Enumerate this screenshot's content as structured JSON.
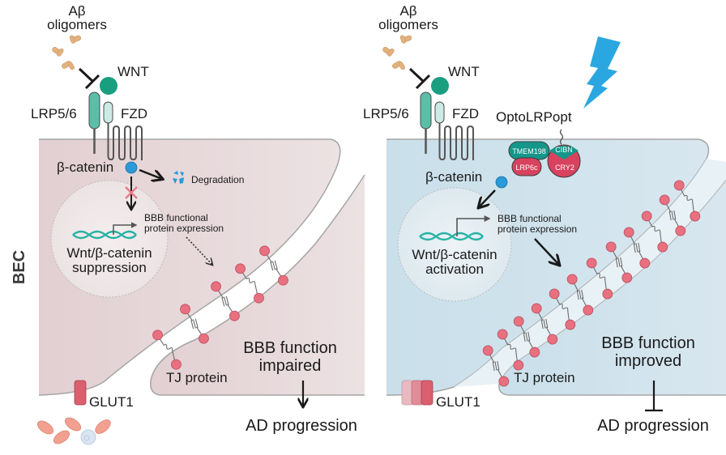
{
  "side_label": "BEC",
  "colors": {
    "left_cell_fill": "#e6d3d5",
    "right_cell_fill": "#cfe2ec",
    "cell_edge": "#9e9e9e",
    "wnt": "#1a9e80",
    "lrp": "#5bbfa8",
    "fzd": "#cdeae4",
    "beta_catenin": "#2a9ad8",
    "tj_protein": "#e8707f",
    "glut1": "#d9606f",
    "crimson": "#d8425e",
    "teal_dark": "#14968a",
    "lightning": "#2aa7e0",
    "amyloid": "#e3b17e",
    "dna": "#27b3a6",
    "cross": "#e87b88"
  },
  "left_panel": {
    "abeta_label_line1": "Aβ",
    "abeta_label_line2": "oligomers",
    "wnt_label": "WNT",
    "lrp_label": "LRP5/6",
    "fzd_label": "FZD",
    "beta_catenin_label": "β-catenin",
    "degradation_label": "Degradation",
    "expression_line1": "BBB functional",
    "expression_line2": "protein expression",
    "nucleus_line1": "Wnt/β-catenin",
    "nucleus_line2": "suppression",
    "tj_label": "TJ protein",
    "outcome_line1": "BBB function",
    "outcome_line2": "impaired",
    "glut1_label": "GLUT1",
    "result_label": "AD progression"
  },
  "right_panel": {
    "abeta_label_line1": "Aβ",
    "abeta_label_line2": "oligomers",
    "wnt_label": "WNT",
    "lrp_label": "LRP5/6",
    "fzd_label": "FZD",
    "opto_label": "OptoLRPopt",
    "tmem_label": "TMEM198",
    "cibn_label": "CIBN",
    "lrp6c_label": "LRP6c",
    "cry2_label": "CRY2",
    "beta_catenin_label": "β-catenin",
    "expression_line1": "BBB functional",
    "expression_line2": "protein expression",
    "nucleus_line1": "Wnt/β-catenin",
    "nucleus_line2": "activation",
    "tj_label": "TJ protein",
    "outcome_line1": "BBB function",
    "outcome_line2": "improved",
    "glut1_label": "GLUT1",
    "result_label": "AD progression"
  }
}
